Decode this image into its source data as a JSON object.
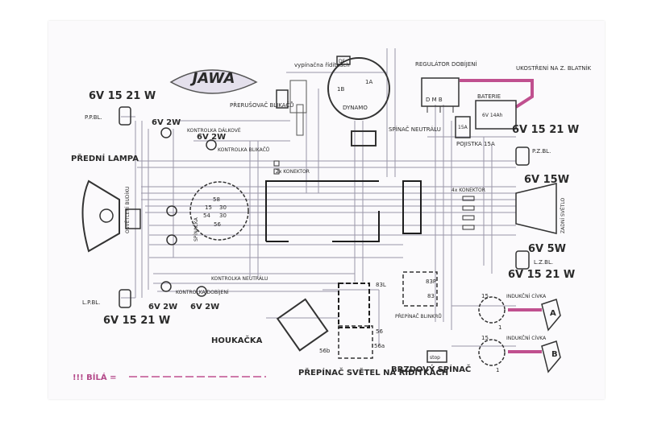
{
  "logo": {
    "text": "JAWA"
  },
  "labels": {
    "vypinac": "vypínačna řídítkách",
    "dynamo": "DYNAMO",
    "dyn_1b": "1B",
    "dyn_1a": "1A",
    "dyn_df": "DF",
    "regulator": "REGULÁTOR DOBÍJENÍ",
    "reg_dmb": "D M B",
    "ukostreni": "UKOSTŘENÍ NA Z. BLATNÍK",
    "baterie": "BATERIE",
    "bat_value": "6V 14Ah",
    "pojistka": "POJISTKA 15A",
    "pojistka_val": "15A",
    "prerusovac": "PŘERUŠOVAČ BLIKAČŮ",
    "spinac_neutralu": "SPÍNAČ NEUTRÁLU",
    "ppbl_watt": "6V 15 21 W",
    "ppbl": "P.P.BL.",
    "kontrolka_dalkove": "KONTROLKA DÁLKOVÉ",
    "kontrolka_blikacu": "KONTROLKA BLIKAČŮ",
    "w6v2w_a": "6V 2W",
    "w6v2w_b": "6V 2W",
    "predni_lampa": "PŘEDNÍ LAMPA",
    "konektor2": "2x KONEKTOR",
    "konektor4": "4x KONEKTOR",
    "osvetleni_budiku": "OSVĚTLENÍ BUDÍKU",
    "spinacka": "SPÍNAČKA",
    "sp_58": "58",
    "sp_15": "15",
    "sp_30a": "30",
    "sp_54": "54",
    "sp_30b": "30",
    "sp_56": "56",
    "pzbl_watt": "6V 15 21 W",
    "pzbl": "P.Z.BL.",
    "zadni_watt": "6V 15W",
    "zadni_svetlo": "ZADNÍ SVĚTLO",
    "lzbl_watt": "6V 5W",
    "lzbl": "L.Z.BL.",
    "lzbl_watt2": "6V 15 21 W",
    "kontrolka_neutralu": "KONTROLKA NEUTRÁLU",
    "kontrolka_dobijeni": "KONTROLKA DOBÍJENÍ",
    "lpbl": "L.P.BL.",
    "lpbl_watt": "6V 15 21 W",
    "w6v2w_c": "6V 2W",
    "w6v2w_d": "6V 2W",
    "houkacka": "HOUKAČKA",
    "prep_83l": "83L",
    "prep_83p": "83P",
    "prep_83": "83",
    "prepinac_blinkru": "PŘEPÍNAČ BLINKRŮ",
    "ps_56": "56",
    "ps_56a": "56a",
    "ps_56b": "56b",
    "prepinac_svetel": "PŘEPÍNAČ SVĚTEL NA ŘÍDÍTKÁCH",
    "brzdovy": "BRZDOVÝ SPÍNAČ",
    "stop": "stop",
    "ind_a_15": "15",
    "ind_a_1": "1",
    "ind_a": "INDUKČNÍ CÍVKA",
    "ind_a_letter": "A",
    "ind_b_15": "15",
    "ind_b_1": "1",
    "ind_b": "INDUKČNÍ CÍVKA",
    "ind_b_letter": "B",
    "bila": "!!! BÍLÁ ="
  },
  "colors": {
    "wire": "#9a96a8",
    "pink": "#c0508f",
    "ink": "#2a2a2a"
  }
}
